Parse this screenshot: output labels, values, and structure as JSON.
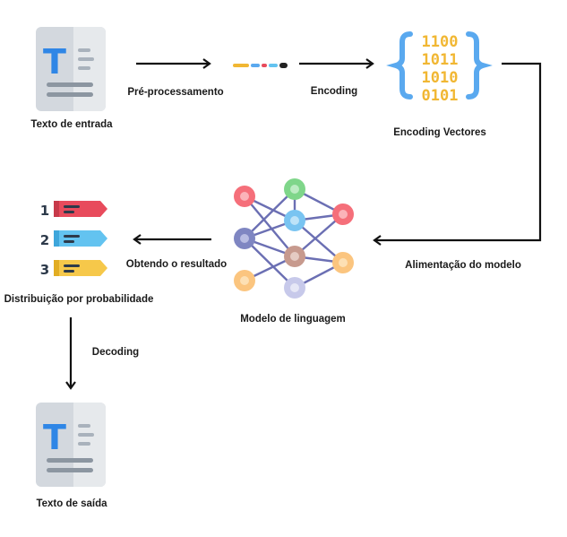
{
  "diagram": {
    "nodes": {
      "input_text": "Texto de entrada",
      "encoding_vectors": "Encoding Vectores",
      "language_model": "Modelo de linguagem",
      "probability_distribution": "Distribuição por probabilidade",
      "output_text": "Texto de saída"
    },
    "edges": {
      "preprocessing": "Pré-processamento",
      "encoding": "Encoding",
      "model_feeding": "Alimentação do modelo",
      "getting_result": "Obtendo o resultado",
      "decoding": "Decoding"
    },
    "document_icon_letter": "T",
    "binary_rows": [
      "1100",
      "1011",
      "1010",
      "0101"
    ],
    "ranking": [
      "1",
      "2",
      "3"
    ],
    "colors": {
      "arrow": "#111111",
      "doc_light": "#d3d8de",
      "doc_dark": "#a9b2bc",
      "doc_line": "#8c96a1",
      "letter_blue": "#2f86e6",
      "brace_blue": "#5aa9ef",
      "binary_gold": "#f1b733",
      "rank_red": "#e84b5c",
      "rank_blue": "#63c3f0",
      "rank_yellow": "#f6c84a",
      "edge_purple": "#6b6fb3"
    }
  }
}
